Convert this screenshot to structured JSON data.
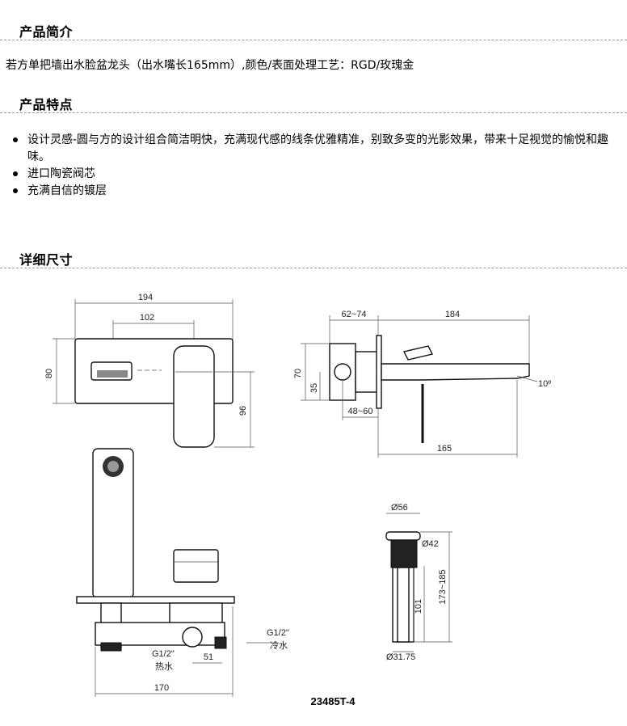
{
  "sections": {
    "intro_title": "产品简介",
    "features_title": "产品特点",
    "dimensions_title": "详细尺寸"
  },
  "intro_text": "若方单把墙出水脸盆龙头（出水嘴长165mm）,颜色/表面处理工艺：RGD/玫瑰金",
  "features": [
    "设计灵感-圆与方的设计组合简洁明快，充满现代感的线条优雅精准，别致多变的光影效果，带来十足视觉的愉悦和趣味。",
    "进口陶瓷阀芯",
    "充满自信的镀层"
  ],
  "drawing": {
    "front": {
      "width": "194",
      "center": "102",
      "height_plate": "80",
      "height_total": "96"
    },
    "side": {
      "wall": "62~74",
      "spout": "184",
      "h70": "70",
      "h35": "35",
      "depth": "48~60",
      "reach": "165",
      "angle": "10º"
    },
    "bottom": {
      "g_cold": "G1/2\"",
      "cold": "冷水",
      "g_hot": "G1/2\"",
      "hot": "热水",
      "d51": "51",
      "d170": "170"
    },
    "drain": {
      "d56": "Ø56",
      "d42": "Ø42",
      "h101": "101",
      "h173": "173~185",
      "d3175": "Ø31.75"
    },
    "model": "23485T-4"
  },
  "colors": {
    "divider": "#9a9a9a",
    "text": "#000000"
  }
}
